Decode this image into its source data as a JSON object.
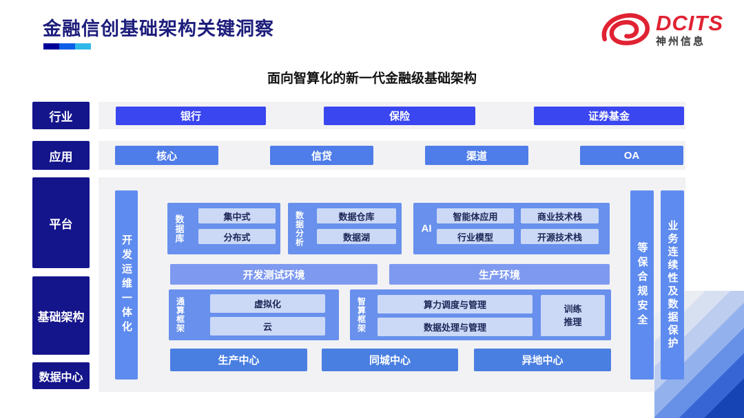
{
  "slide": {
    "title": "金融信创基础架构关键洞察",
    "subtitle": "面向智算化的新一代金融级基础架构"
  },
  "logo": {
    "brand": "DCITS",
    "company": "神州信息"
  },
  "rail": {
    "industry": "行业",
    "application": "应用",
    "platform": "平台",
    "infrastructure": "基础架构",
    "datacenter": "数据中心"
  },
  "industry": {
    "items": [
      "银行",
      "保险",
      "证券基金"
    ]
  },
  "application": {
    "items": [
      "核心",
      "信贷",
      "渠道",
      "OA"
    ]
  },
  "bars": {
    "devops": "开发运维一体化",
    "security": "等保合规安全",
    "continuity": "业务连续性及数据保护"
  },
  "platform": {
    "database": {
      "label": "数据库",
      "items": [
        "集中式",
        "分布式"
      ]
    },
    "analytics": {
      "label": "数据分析",
      "items": [
        "数据仓库",
        "数据湖"
      ]
    },
    "ai": {
      "label": "AI",
      "items": [
        "智能体应用",
        "商业技术栈",
        "行业模型",
        "开源技术栈"
      ]
    },
    "environments": {
      "dev": "开发测试环境",
      "prod": "生产环境"
    }
  },
  "infrastructure": {
    "general_compute": {
      "label": "通算框架",
      "items": [
        "虚拟化",
        "云"
      ]
    },
    "intelligent_compute": {
      "label": "智算框架",
      "items": [
        "算力调度与管理",
        "数据处理与管理"
      ],
      "side_item": "训练推理"
    }
  },
  "datacenters": {
    "items": [
      "生产中心",
      "同城中心",
      "异地中心"
    ]
  },
  "colors": {
    "brand_red": "#e02233",
    "title_navy": "#1d1d7c",
    "rail_navy": "#14148b",
    "industry_blue": "#3a46ef",
    "application_blue": "#4e7ce8",
    "group_blue": "#6890ec",
    "bar_blue": "#5e8bef",
    "env_blue": "#7e9af0",
    "inner_pale_blue": "#cbd9f7",
    "center_blue": "#4a7fe2",
    "strip_gray": "#f2f2f4"
  }
}
